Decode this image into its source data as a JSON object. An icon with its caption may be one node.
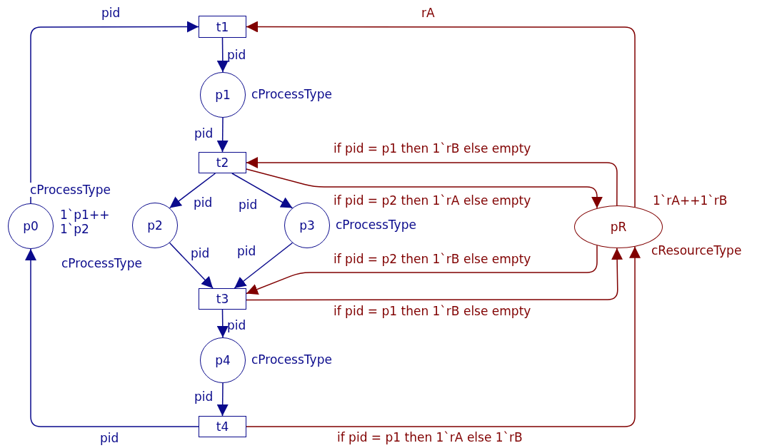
{
  "diagram": {
    "nodes": [
      {
        "text": [
          "t1"
        ]
      },
      {
        "text": [
          "p1"
        ],
        "beside": [
          "cProcessType"
        ]
      },
      {
        "text": [
          "t2"
        ]
      },
      {
        "text": [
          "p2"
        ],
        "beside": [
          "cProcessType"
        ]
      },
      {
        "text": [
          "p3"
        ],
        "beside": [
          "cProcessType"
        ]
      },
      {
        "text": [
          "t3"
        ]
      },
      {
        "text": [
          "p4"
        ],
        "beside": [
          "cProcessType"
        ]
      },
      {
        "text": [
          "t4"
        ]
      },
      {
        "text": [
          "p0"
        ],
        "beside": [
          "cProcessType",
          "1`p1++ 1`p2"
        ]
      },
      {
        "text": [
          "pR"
        ],
        "beside": [
          "1`rA++1`rB",
          "cResourceType"
        ]
      }
    ],
    "edges": [
      {
        "from": 8,
        "to": 0,
        "arrow": "to",
        "label": "pid"
      },
      {
        "from": 0,
        "to": 1,
        "arrow": "to",
        "label": "pid"
      },
      {
        "from": 1,
        "to": 2,
        "arrow": "to",
        "label": "pid"
      },
      {
        "from": 2,
        "to": 3,
        "arrow": "to",
        "label": "pid"
      },
      {
        "from": 2,
        "to": 4,
        "arrow": "to",
        "label": "pid"
      },
      {
        "from": 3,
        "to": 5,
        "arrow": "to",
        "label": "pid"
      },
      {
        "from": 4,
        "to": 5,
        "arrow": "to",
        "label": "pid"
      },
      {
        "from": 5,
        "to": 6,
        "arrow": "to",
        "label": "pid"
      },
      {
        "from": 6,
        "to": 7,
        "arrow": "to",
        "label": "pid"
      },
      {
        "from": 7,
        "to": 8,
        "arrow": "to",
        "label": "pid"
      },
      {
        "from": 9,
        "to": 0,
        "arrow": "to",
        "label": "rA",
        "color": "#800000"
      },
      {
        "from": 9,
        "to": 2,
        "arrow": "to",
        "label": "if pid = p1 then 1`rB else empty",
        "color": "#800000"
      },
      {
        "from": 2,
        "to": 9,
        "arrow": "to",
        "label": "if pid = p2 then 1`rA else empty",
        "color": "#800000"
      },
      {
        "from": 9,
        "to": 5,
        "arrow": "to",
        "label": "if pid = p2 then 1`rB else empty",
        "color": "#800000"
      },
      {
        "from": 5,
        "to": 9,
        "arrow": "to",
        "label": "if pid = p1 then 1`rB else empty",
        "color": "#800000"
      },
      {
        "from": 7,
        "to": 9,
        "arrow": "to",
        "label": "if pid = p1 then 1`rA else 1`rB",
        "color": "#800000"
      }
    ]
  }
}
